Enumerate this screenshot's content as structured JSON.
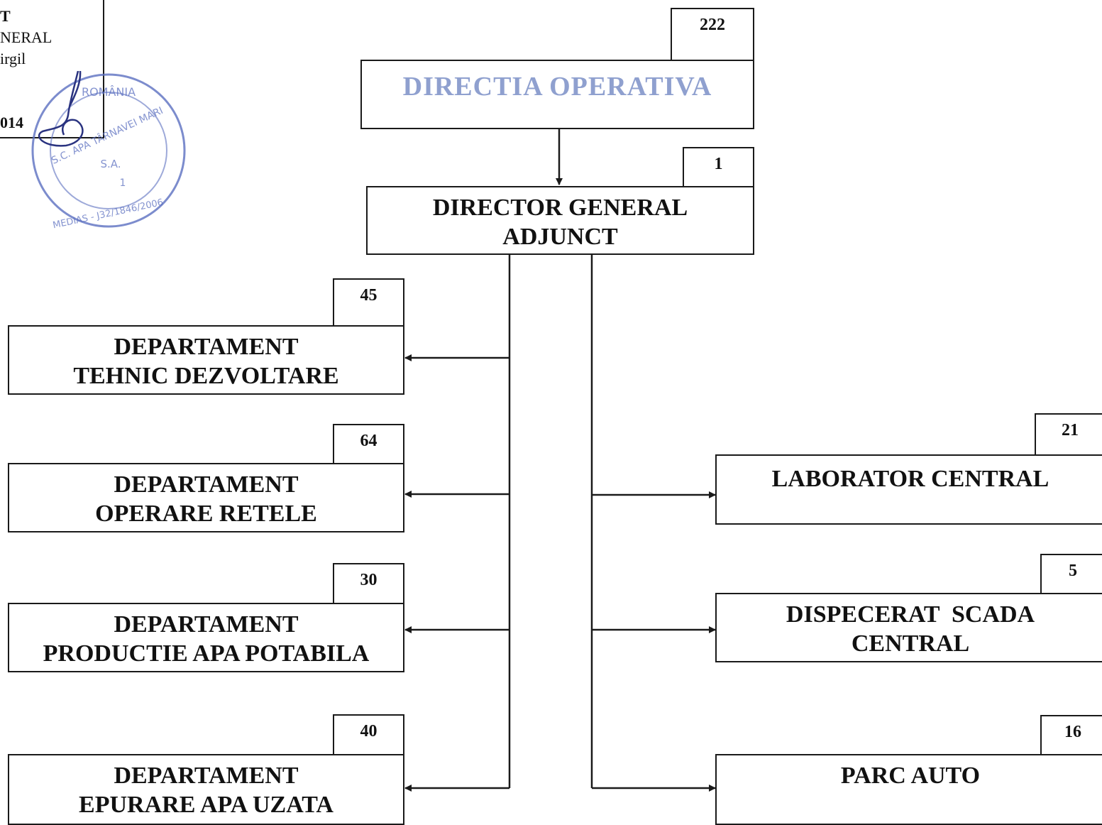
{
  "header_block": {
    "line1": "T",
    "line2": "NERAL",
    "line3": "irgil",
    "date_fragment": "014"
  },
  "seal": {
    "text_top": "ROMÂNIA",
    "text_mid": "S.C. APA TÂRNAVEI MARI",
    "text_sa": "S.A.",
    "text_num": "1",
    "text_bottom": "MEDIAS - J32/1846/2006"
  },
  "colors": {
    "line": "#1a1a1a",
    "root_title": "#8fa0cf",
    "seal": "#5b6fc0"
  },
  "org": {
    "root": {
      "title": "DIRECTIA OPERATIVA",
      "count": "222"
    },
    "director": {
      "line1": "DIRECTOR GENERAL",
      "line2": "ADJUNCT",
      "count": "1"
    },
    "left": [
      {
        "line1": "DEPARTAMENT",
        "line2": "TEHNIC DEZVOLTARE",
        "count": "45"
      },
      {
        "line1": "DEPARTAMENT",
        "line2": "OPERARE RETELE",
        "count": "64"
      },
      {
        "line1": "DEPARTAMENT",
        "line2": "PRODUCTIE APA POTABILA",
        "count": "30"
      },
      {
        "line1": "DEPARTAMENT",
        "line2": "EPURARE APA UZATA",
        "count": "40"
      }
    ],
    "right": [
      {
        "line1": "LABORATOR CENTRAL",
        "line2": "",
        "count": "21"
      },
      {
        "line1": "DISPECERAT  SCADA",
        "line2": "CENTRAL",
        "count": "5"
      },
      {
        "line1": "PARC AUTO",
        "line2": "",
        "count": "16"
      }
    ]
  }
}
